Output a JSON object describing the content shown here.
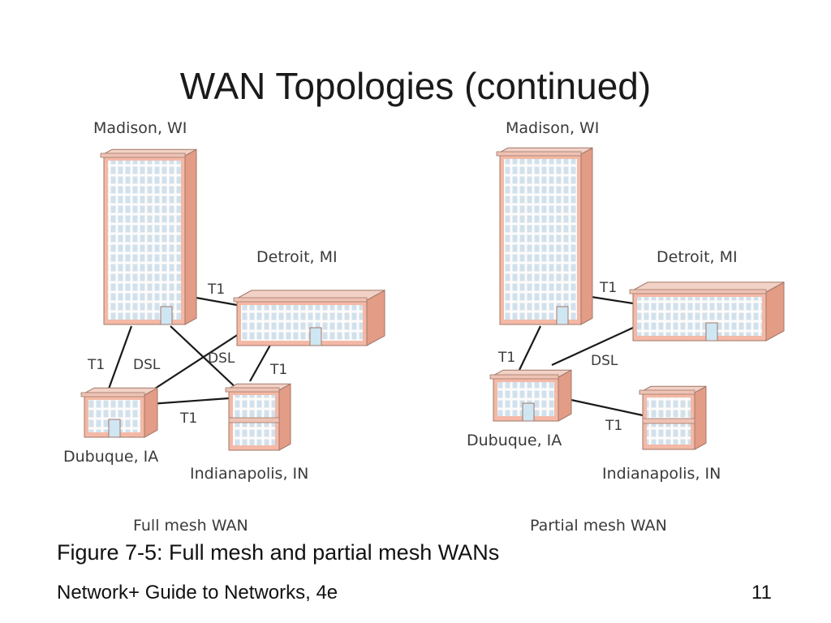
{
  "slide": {
    "title": "WAN Topologies (continued)",
    "caption": "Figure 7-5: Full mesh and partial mesh WANs",
    "footer": "Network+ Guide to Networks, 4e",
    "page_number": "11"
  },
  "colors": {
    "building_wall": "#f4b9a6",
    "building_roof": "#f2d2c6",
    "building_outline": "#a07868",
    "window_glass": "#cfe3f0",
    "window_frame": "#ffffff",
    "link_line": "#1a1a1a"
  },
  "diagrams": [
    {
      "name": "Full mesh WAN",
      "sites": [
        "Madison, WI",
        "Detroit, MI",
        "Dubuque, IA",
        "Indianapolis, IN"
      ],
      "links": [
        {
          "from": "Madison, WI",
          "to": "Detroit, MI",
          "type": "T1"
        },
        {
          "from": "Madison, WI",
          "to": "Dubuque, IA",
          "type": "T1"
        },
        {
          "from": "Madison, WI",
          "to": "Indianapolis, IN",
          "type": "DSL"
        },
        {
          "from": "Dubuque, IA",
          "to": "Detroit, MI",
          "type": "DSL"
        },
        {
          "from": "Detroit, MI",
          "to": "Indianapolis, IN",
          "type": "T1"
        },
        {
          "from": "Dubuque, IA",
          "to": "Indianapolis, IN",
          "type": "T1"
        }
      ]
    },
    {
      "name": "Partial mesh WAN",
      "sites": [
        "Madison, WI",
        "Detroit, MI",
        "Dubuque, IA",
        "Indianapolis, IN"
      ],
      "links": [
        {
          "from": "Madison, WI",
          "to": "Detroit, MI",
          "type": "T1"
        },
        {
          "from": "Madison, WI",
          "to": "Dubuque, IA",
          "type": "T1"
        },
        {
          "from": "Dubuque, IA",
          "to": "Detroit, MI",
          "type": "DSL"
        },
        {
          "from": "Dubuque, IA",
          "to": "Indianapolis, IN",
          "type": "T1"
        }
      ]
    }
  ]
}
